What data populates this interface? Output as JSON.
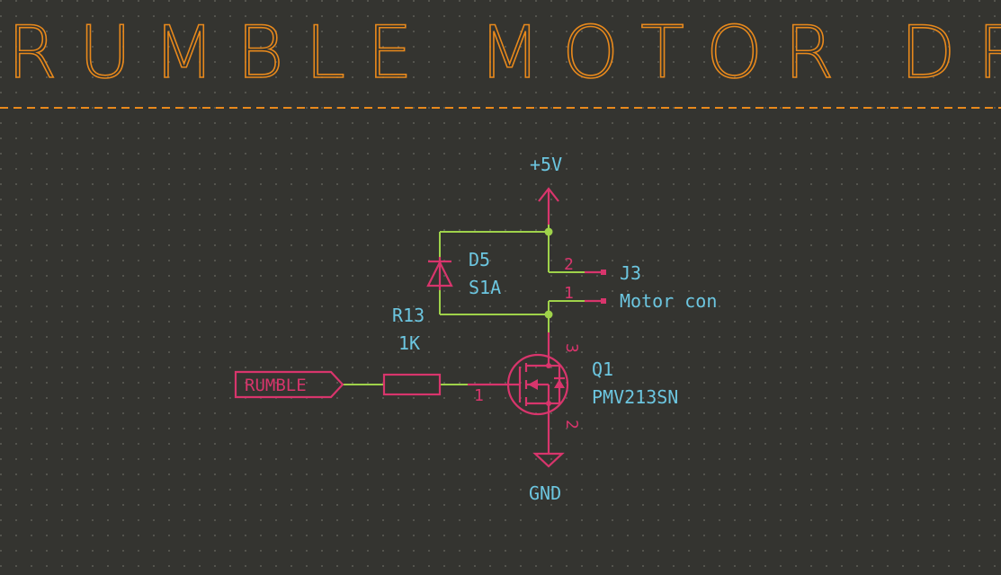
{
  "sheet": {
    "title": "RUMBLE MOTOR DRIVER"
  },
  "power": {
    "vcc_label": "+5V",
    "gnd_label": "GND"
  },
  "diode": {
    "ref": "D5",
    "value": "S1A"
  },
  "resistor": {
    "ref": "R13",
    "value": "1K"
  },
  "mosfet": {
    "ref": "Q1",
    "value": "PMV213SN",
    "pin_gate": "1",
    "pin_source": "2",
    "pin_drain": "3"
  },
  "connector": {
    "ref": "J3",
    "value": "Motor con",
    "pin_top": "2",
    "pin_bottom": "1"
  },
  "net_label": {
    "text": "RUMBLE"
  },
  "colors": {
    "background": "#343430",
    "title": "#e8891c",
    "wire": "#9fd24a",
    "symbol": "#d8356c",
    "label": "#6cc6e0"
  }
}
